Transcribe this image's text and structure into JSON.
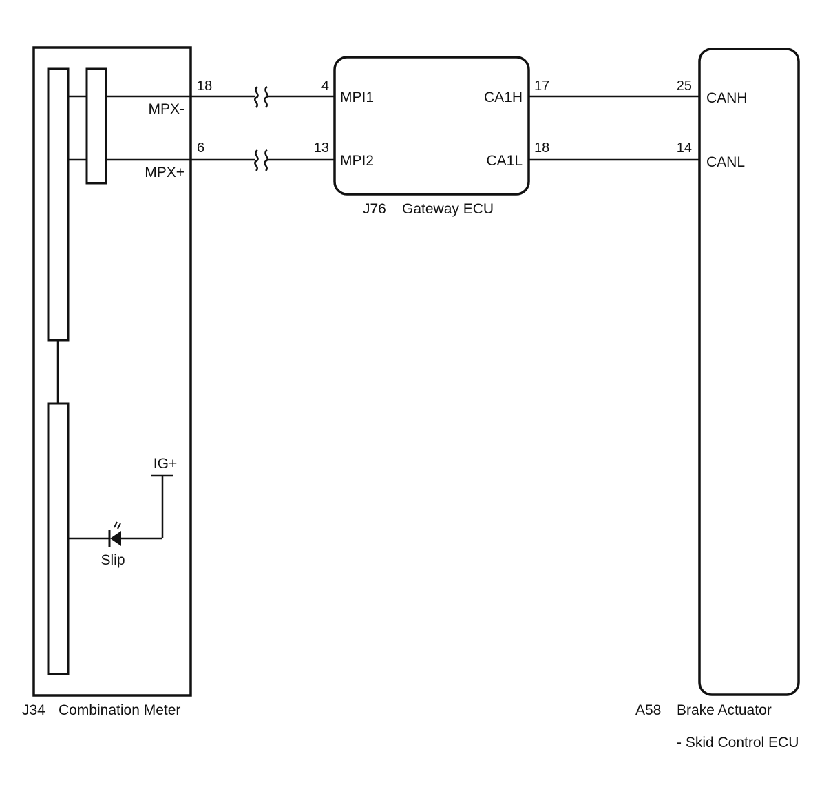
{
  "diagram": {
    "components": {
      "combination_meter": {
        "code": "J34",
        "name": "Combination Meter",
        "terminals": [
          {
            "pin": "18",
            "signal": "MPX-"
          },
          {
            "pin": "6",
            "signal": "MPX+"
          }
        ],
        "power_label": "IG+",
        "indicator_label": "Slip"
      },
      "gateway_ecu": {
        "code": "J76",
        "name": "Gateway ECU",
        "left_terminals": [
          {
            "pin": "4",
            "signal": "MPI1"
          },
          {
            "pin": "13",
            "signal": "MPI2"
          }
        ],
        "right_terminals": [
          {
            "pin": "17",
            "signal": "CA1H"
          },
          {
            "pin": "18",
            "signal": "CA1L"
          }
        ]
      },
      "brake_actuator": {
        "code": "A58",
        "name": "Brake Actuator",
        "subtitle": "- Skid Control ECU",
        "terminals": [
          {
            "pin": "25",
            "signal": "CANH"
          },
          {
            "pin": "14",
            "signal": "CANL"
          }
        ]
      }
    },
    "connections": [
      {
        "from": "J34:18 MPX-",
        "to": "J76:4 MPI1",
        "break": true
      },
      {
        "from": "J34:6 MPX+",
        "to": "J76:13 MPI2",
        "break": true
      },
      {
        "from": "J76:17 CA1H",
        "to": "A58:25 CANH",
        "break": false
      },
      {
        "from": "J76:18 CA1L",
        "to": "A58:14 CANL",
        "break": false
      }
    ]
  }
}
